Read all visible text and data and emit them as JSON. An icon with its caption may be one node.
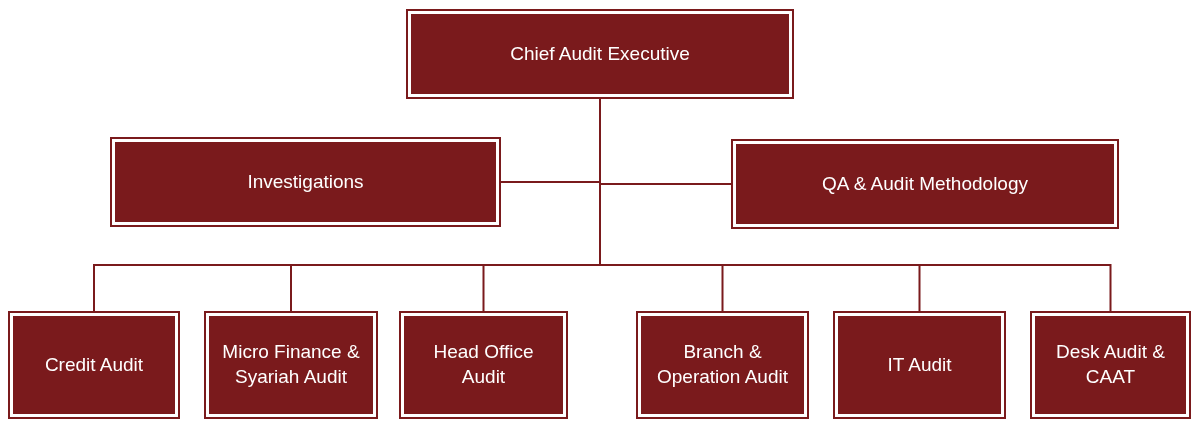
{
  "diagram": {
    "nodes": [
      {
        "text": [
          "Chief Audit Executive"
        ]
      },
      {
        "text": [
          "Investigations"
        ]
      },
      {
        "text": [
          "QA & Audit Methodology"
        ]
      },
      {
        "text": [
          "Credit Audit"
        ]
      },
      {
        "text": [
          "Micro Finance & Syariah Audit"
        ]
      },
      {
        "text": [
          "Head Office Audit"
        ]
      },
      {
        "text": [
          "Branch & Operation Audit"
        ]
      },
      {
        "text": [
          "IT Audit"
        ]
      },
      {
        "text": [
          "Desk Audit & CAAT"
        ]
      }
    ],
    "edges": [
      {
        "from": 0,
        "to": 1,
        "arrow": "none"
      },
      {
        "from": 0,
        "to": 2,
        "arrow": "none"
      },
      {
        "from": 0,
        "to": 3,
        "arrow": "none"
      },
      {
        "from": 0,
        "to": 4,
        "arrow": "none"
      },
      {
        "from": 0,
        "to": 5,
        "arrow": "none"
      },
      {
        "from": 0,
        "to": 6,
        "arrow": "none"
      },
      {
        "from": 0,
        "to": 7,
        "arrow": "none"
      },
      {
        "from": 0,
        "to": 8,
        "arrow": "none"
      }
    ]
  }
}
